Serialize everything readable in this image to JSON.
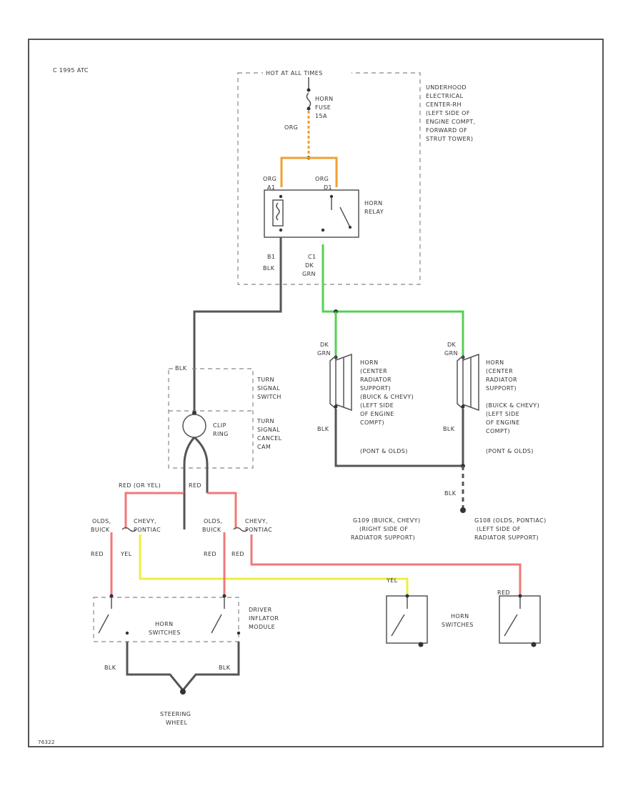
{
  "copyright": "C 1995 ATC",
  "footer_code": "76322",
  "fuse_block": {
    "header": "HOT AT ALL TIMES",
    "fuse_label": [
      "HORN",
      "FUSE",
      "15A"
    ],
    "wire": "ORG",
    "location": [
      "UNDERHOOD",
      "ELECTRICAL",
      "CENTER-RH",
      "(LEFT SIDE OF",
      "ENGINE COMPT,",
      "FORWARD OF",
      "STRUT TOWER)"
    ]
  },
  "relay": {
    "name": [
      "HORN",
      "RELAY"
    ],
    "pin_a": "A1",
    "pin_d": "D1",
    "pin_b": "B1",
    "pin_c": "C1",
    "wire_a": "ORG",
    "wire_d": "ORG",
    "wire_b": "BLK",
    "wire_c": [
      "DK",
      "GRN"
    ]
  },
  "turn_signal": {
    "wire": "BLK",
    "switch": [
      "TURN",
      "SIGNAL",
      "SWITCH"
    ],
    "clip_ring": [
      "CLIP",
      "RING"
    ],
    "cancel_cam": [
      "TURN",
      "SIGNAL",
      "CANCEL",
      "CAM"
    ]
  },
  "horn_left": {
    "wire": [
      "DK",
      "GRN"
    ],
    "ground_wire": "BLK",
    "desc": [
      "HORN",
      "(CENTER",
      "RADIATOR",
      "SUPPORT)",
      "(BUICK & CHEVY)",
      "(LEFT SIDE",
      "OF ENGINE",
      "COMPT)",
      "(PONT & OLDS)"
    ]
  },
  "horn_right": {
    "wire": [
      "DK",
      "GRN"
    ],
    "ground_wire": "BLK",
    "desc": [
      "HORN",
      "(CENTER",
      "RADIATOR",
      "SUPPORT)",
      "(BUICK & CHEVY)",
      "(LEFT SIDE",
      "OF ENGINE",
      "COMPT)",
      "(PONT & OLDS)"
    ]
  },
  "ground": {
    "wire": "BLK",
    "g109": [
      "G109 (BUICK, CHEVY)",
      "(RIGHT SIDE OF",
      "RADIATOR SUPPORT)"
    ],
    "g108": [
      "G108 (OLDS, PONTIAC)",
      "(LEFT SIDE OF",
      "RADIATOR SUPPORT)"
    ]
  },
  "steering_wires": {
    "red_or_yel": "RED (OR YEL)",
    "red": "RED",
    "olds_buick_1": [
      "OLDS,",
      "BUICK"
    ],
    "chevy_pontiac_1": [
      "CHEVY,",
      "PONTIAC"
    ],
    "olds_buick_2": [
      "OLDS,",
      "BUICK"
    ],
    "chevy_pontiac_2": [
      "CHEVY,",
      "PONTIAC"
    ],
    "red_1": "RED",
    "yel_1": "YEL",
    "red_2": "RED",
    "red_3": "RED",
    "yel_2": "YEL",
    "red_4": "RED"
  },
  "inflator": {
    "switches": [
      "HORN",
      "SWITCHES"
    ],
    "module": [
      "DRIVER",
      "INFLATOR",
      "MODULE"
    ],
    "blk_left": "BLK",
    "blk_right": "BLK",
    "steering_wheel": [
      "STEERING",
      "WHEEL"
    ]
  },
  "horn_switches_right": [
    "HORN",
    "SWITCHES"
  ],
  "colors": {
    "black_wire": "#555555",
    "green_wire": "#55d055",
    "orange_wire": "#f0a030",
    "red_wire": "#f07878",
    "yellow_wire": "#eeee40"
  }
}
